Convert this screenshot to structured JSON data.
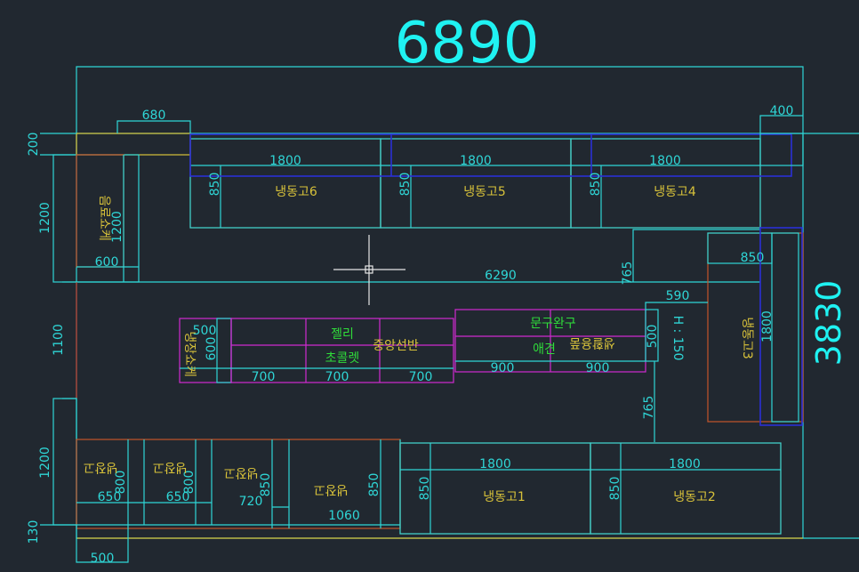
{
  "overall": {
    "width_label": "6890",
    "height_label": "3830"
  },
  "dimensions": {
    "d680": "680",
    "d400": "400",
    "d200": "200",
    "d1200_left_top": "1200",
    "d1200_inner": "1200",
    "d600_left": "600",
    "d6290": "6290",
    "d765_top": "765",
    "d765_bottom": "765",
    "d590": "590",
    "d850_right": "850",
    "d1800_right": "1800",
    "d1100": "1100",
    "d1200_left_bottom": "1200",
    "d130": "130",
    "d500_bottom": "500",
    "top_1800_a": "1800",
    "top_1800_b": "1800",
    "top_1800_c": "1800",
    "top_850_a": "850",
    "top_850_b": "850",
    "top_850_c": "850",
    "mid_500": "500",
    "mid_600": "600",
    "mid_700_a": "700",
    "mid_700_b": "700",
    "mid_700_c": "700",
    "mid_500_right": "500",
    "mid_900_a": "900",
    "mid_900_b": "900",
    "h150": "H : 150",
    "bot_800_a": "800",
    "bot_650_a": "650",
    "bot_800_b": "800",
    "bot_650_b": "650",
    "bot_850_a": "850",
    "bot_720": "720",
    "bot_850_b": "850",
    "bot_1060": "1060",
    "bot_1800_a": "1800",
    "bot_1800_b": "1800",
    "bot_850_c": "850",
    "bot_850_d": "850"
  },
  "labels": {
    "freezer6": "냉동고6",
    "freezer5": "냉동고5",
    "freezer4": "냉동고4",
    "freezer3": "냉동고3",
    "freezer1": "냉동고1",
    "freezer2": "냉동고2",
    "left_vertical": "음료쇼케",
    "center_shelf": "중앙선반",
    "jelly": "젤리",
    "chocolate": "초콜렛",
    "stationery": "문구완구",
    "pet": "애견",
    "household": "생활용품",
    "small_vertical": "냉장쇼케",
    "bottom_1": "냉장고",
    "bottom_2": "냉장고",
    "bottom_3": "냉장고",
    "bottom_4": "냉장고"
  }
}
